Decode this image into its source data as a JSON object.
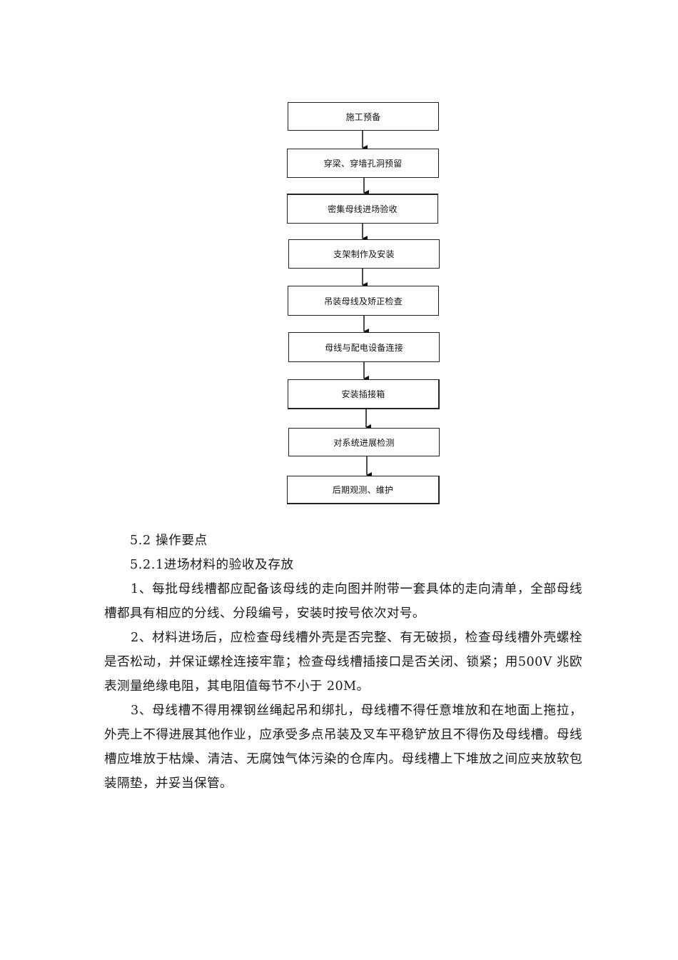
{
  "flowchart": {
    "steps": [
      "施工预备",
      "穿梁、穿墙孔洞预留",
      "密集母线进场验收",
      "支架制作及安装",
      "吊装母线及矫正检查",
      "母线与配电设备连接",
      "安装插接箱",
      "对系统进展检测",
      "后期观测、维护"
    ]
  },
  "section": {
    "heading": "5.2 操作要点",
    "subheading": "5.2.1进场材料的验收及存放",
    "paragraphs": [
      "1、每批母线槽都应配备该母线的走向图并附带一套具体的走向清单，全部母线槽都具有相应的分线、分段编号，安装时按号依次对号。",
      "2、材料进场后，应检查母线槽外壳是否完整、有无破损，检查母线槽外壳螺栓是否松动，并保证螺栓连接牢靠；检查母线槽插接口是否关闭、锁紧；用500V 兆欧表测量绝缘电阻，其电阻值每节不小于 20M。",
      "3、母线槽不得用裸钢丝绳起吊和绑扎，母线槽不得任意堆放和在地面上拖拉，外壳上不得进展其他作业，应承受多点吊装及叉车平稳铲放且不得伤及母线槽。母线槽应堆放于枯燥、清洁、无腐蚀气体污染的仓库内。母线槽上下堆放之间应夹放软包装隔垫，并妥当保管。"
    ]
  }
}
